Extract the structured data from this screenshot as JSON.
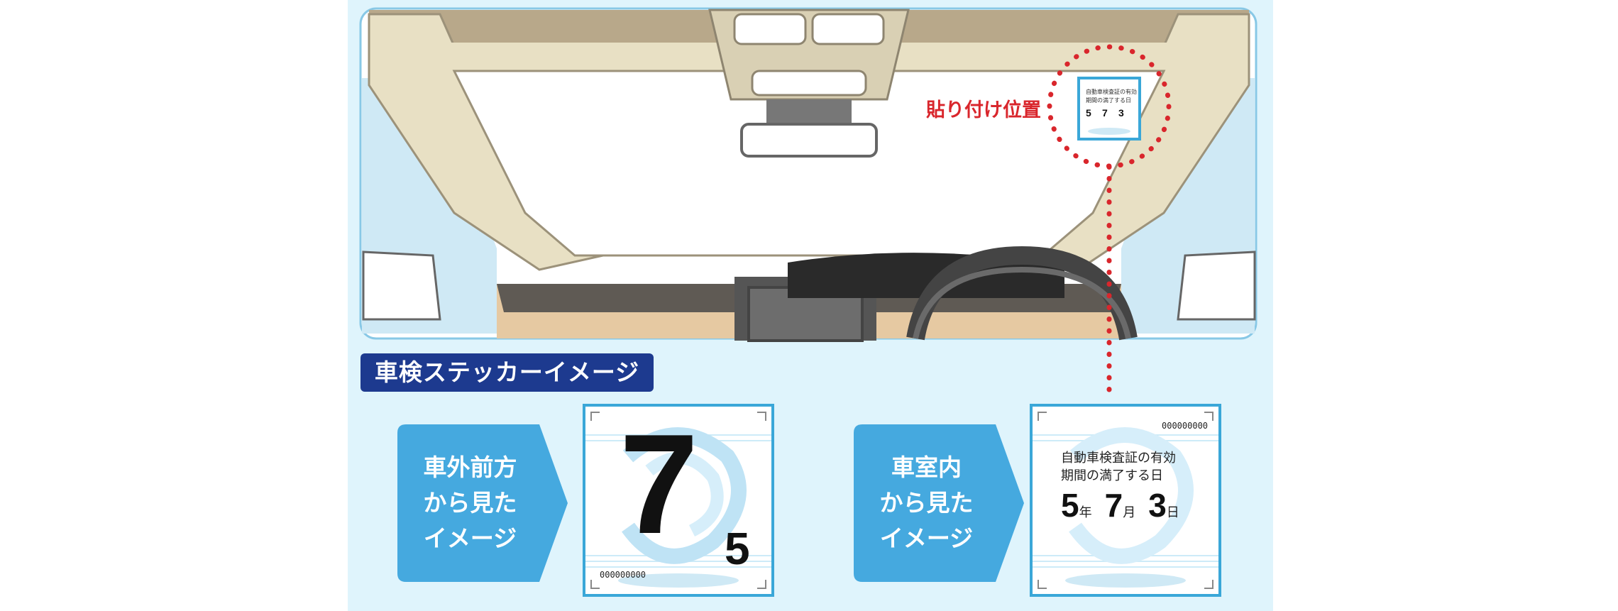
{
  "placement_label": "貼り付け位置",
  "section_title": "車検ステッカーイメージ",
  "exterior": {
    "caption_lines": [
      "車外前方",
      "から見た",
      "イメージ"
    ],
    "big_digit": "7",
    "small_digit": "5",
    "serial": "000000000"
  },
  "interior": {
    "caption_lines": [
      "車室内",
      "から見た",
      "イメージ"
    ],
    "serial": "000000000",
    "text_line1": "自動車検査証の有効",
    "text_line2": "期間の満了する日",
    "year_num": "5",
    "year_unit": "年",
    "month_num": "7",
    "month_unit": "月",
    "day_num": "3",
    "day_unit": "日"
  },
  "colors": {
    "panel_bg": "#dff4fc",
    "badge_bg": "#1d3a8f",
    "arrow_bg": "#45a9df",
    "sticker_border": "#3aa7d8",
    "dots_red": "#d9262c",
    "pillar_beige": "#e8e0c4",
    "roof_tan": "#b8a88a"
  }
}
